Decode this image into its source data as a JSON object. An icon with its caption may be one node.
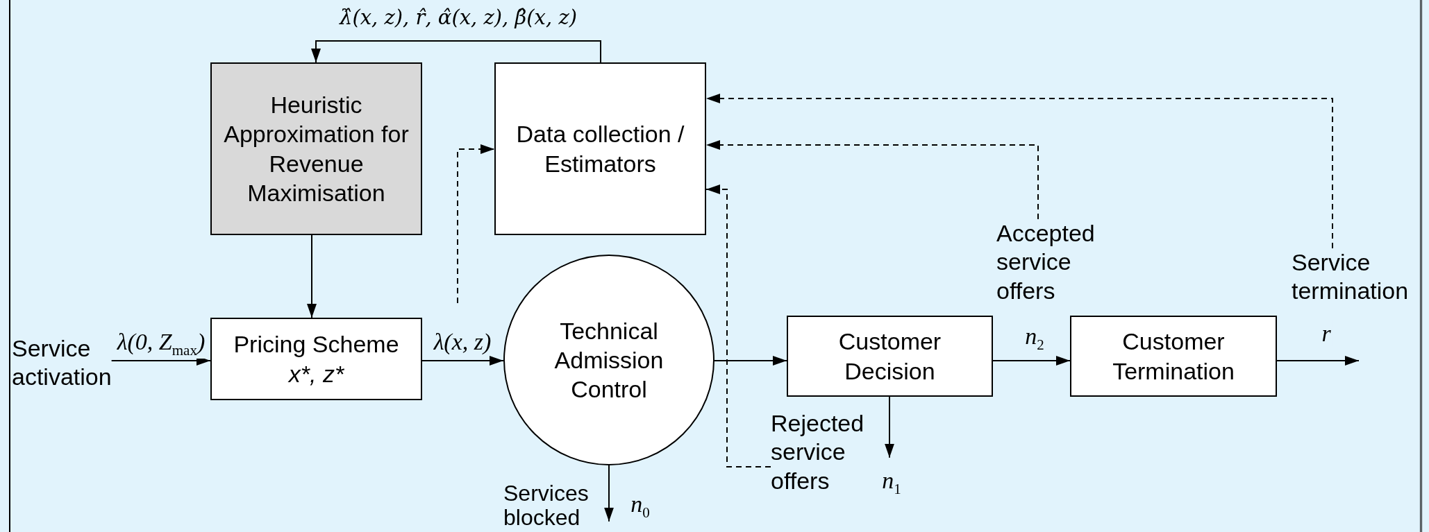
{
  "diagram": {
    "nodes": [
      {
        "text": [
          "Heuristic Approximation for Revenue Maximisation"
        ]
      },
      {
        "text": [
          "Data collection / Estimators"
        ]
      },
      {
        "text": [
          "Pricing Scheme",
          "x*, z*"
        ]
      },
      {
        "text": [
          "Technical Admission Control"
        ]
      },
      {
        "text": [
          "Customer Decision"
        ]
      },
      {
        "text": [
          "Customer Termination"
        ]
      },
      {
        "text": [
          "Service activation"
        ]
      },
      {
        "text": [
          "Rejected service offers"
        ]
      },
      {
        "text": [
          "Accepted service offers"
        ]
      },
      {
        "text": [
          "Service termination"
        ]
      },
      {
        "text": [
          "Services blocked"
        ]
      }
    ],
    "edges": [
      {
        "from": 1,
        "to": 0,
        "arrow": "to",
        "label": "λ̂(x, z), r̂, α̂(x, z), β̂(x, z)"
      },
      {
        "from": 0,
        "to": 2,
        "arrow": "to"
      },
      {
        "from": 6,
        "to": 2,
        "arrow": "to",
        "label": "λ(0, Z$_{max}$)"
      },
      {
        "from": 2,
        "to": 3,
        "arrow": "to",
        "label": "λ(x, z)"
      },
      {
        "from": null,
        "to": 1,
        "arrow": "to",
        "style": "dashed"
      },
      {
        "from": 3,
        "to": 4,
        "arrow": "to"
      },
      {
        "from": 4,
        "to": 5,
        "arrow": "to",
        "label": "n$_{2}$"
      },
      {
        "from": 5,
        "to": null,
        "arrow": "to",
        "label": "r"
      },
      {
        "from": 4,
        "to": 7,
        "arrow": "to",
        "label": "n$_{1}$"
      },
      {
        "from": 3,
        "to": 10,
        "arrow": "to",
        "label": "n$_{0}$"
      },
      {
        "from": 7,
        "to": 1,
        "arrow": "to",
        "style": "dashed"
      },
      {
        "from": 8,
        "to": 1,
        "arrow": "to",
        "style": "dashed"
      },
      {
        "from": 9,
        "to": 1,
        "arrow": "to",
        "style": "dashed"
      }
    ]
  }
}
